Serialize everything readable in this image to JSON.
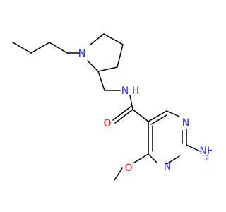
{
  "molecule": {
    "atoms": {
      "N_pyrrolidine": "N",
      "N_amide": "N",
      "H_amide": "H",
      "O_carbonyl": "O",
      "N_ring_top": "N",
      "N_ring_bottom": "N",
      "NH2": "NH",
      "NH2_sub": "2",
      "O_methoxy": "O"
    }
  },
  "colors": {
    "bond": "#000000",
    "nitrogen": "#2323ff",
    "oxygen": "#ff0000",
    "carbon": "#000000",
    "background": "#ffffff"
  }
}
